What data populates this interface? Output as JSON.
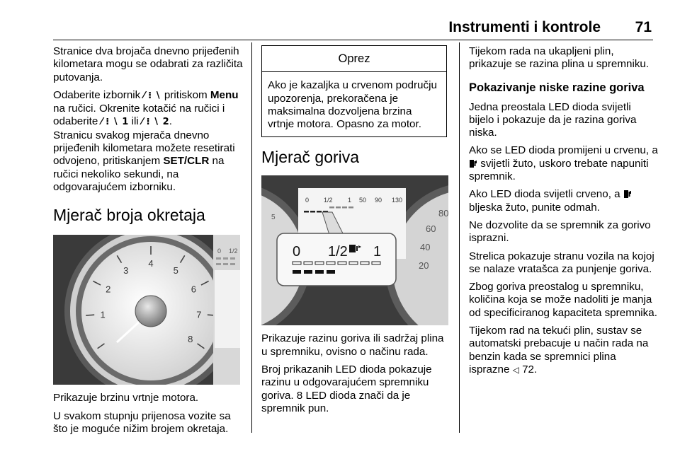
{
  "header": {
    "title": "Instrumenti i kontrole",
    "page_number": "71"
  },
  "col1": {
    "para1": "Stranice dva brojača dnevno prijeđenih kilometara mogu se odabrati za različita putovanja.",
    "para2_a": "Odaberite izbornik ",
    "menu_symbol": "⁄ ⁝ ∖",
    "para2_b": " pritiskom ",
    "menu_word": "Menu",
    "para2_c": " na ručici. Okrenite kotačić na ručici i odaberite ",
    "sym_1": "⁄ ⁝ ∖ 1",
    "para2_d": " ili ",
    "sym_2": "⁄ ⁝ ∖ 2",
    "para2_e": ".",
    "para3_a": "Stranicu svakog mjerača dnevno prijeđenih kilometara možete resetirati odvojeno, pritiskanjem ",
    "set_clr": "SET/CLR",
    "para3_b": " na ručici nekoliko sekundi, na odgovarajućem izborniku.",
    "section_title": "Mjerač broja okretaja",
    "caption": "Prikazuje brzinu vrtnje motora.",
    "para4": "U svakom stupnju prijenosa vozite sa što je moguće nižim brojem okretaja.",
    "tach_digits": [
      "1",
      "2",
      "3",
      "4",
      "5",
      "6",
      "7",
      "8"
    ],
    "tach_side": [
      "0",
      "1/2"
    ]
  },
  "col2": {
    "caution_title": "Oprez",
    "caution_text": "Ako je kazaljka u crvenom području upozorenja, prekoračena je maksimalna dozvoljena brzina vrtnje motora. Opasno za motor.",
    "section_title": "Mjerač goriva",
    "para1": "Prikazuje razinu goriva ili sadržaj plina u spremniku, ovisno o načinu rada.",
    "para2": "Broj prikazanih LED dioda pokazuje razinu u odgovarajućem spremniku goriva. 8 LED dioda znači da je spremnik pun.",
    "fuel_labels": {
      "empty": "0",
      "half": "1/2",
      "full": "1"
    },
    "fuel_small_labels": [
      "0",
      "1/2",
      "1",
      "50",
      "90",
      "130"
    ],
    "speed_labels": [
      "20",
      "40",
      "60",
      "80"
    ],
    "fuel_data": {
      "total_leds": 8,
      "lit_leds": 4
    }
  },
  "col3": {
    "para1": "Tijekom rada na ukapljeni plin, prikazuje se razina plina u spremniku.",
    "subheading": "Pokazivanje niske razine goriva",
    "para2": "Jedna preostala LED dioda svijetli bijelo i pokazuje da je razina goriva niska.",
    "para3_a": "Ako se LED dioda promijeni u crvenu, a ",
    "para3_b": " svijetli žuto, uskoro trebate napuniti spremnik.",
    "para4_a": "Ako LED dioda svijetli crveno, a ",
    "para4_b": " bljeska žuto, punite odmah.",
    "para5": "Ne dozvolite da se spremnik za gorivo isprazni.",
    "para6": "Strelica pokazuje stranu vozila na kojoj se nalaze vratašca za punjenje goriva.",
    "para7": "Zbog goriva preostalog u spremniku, količina koja se može nadoliti je manja od specificiranog kapaciteta spremnika.",
    "para8_a": "Tijekom rad na tekući plin, sustav se automatski prebacuje u način rada na benzin kada se spremnici plina isprazne ",
    "ref_arrow": "◁",
    "ref_page": " 72."
  }
}
